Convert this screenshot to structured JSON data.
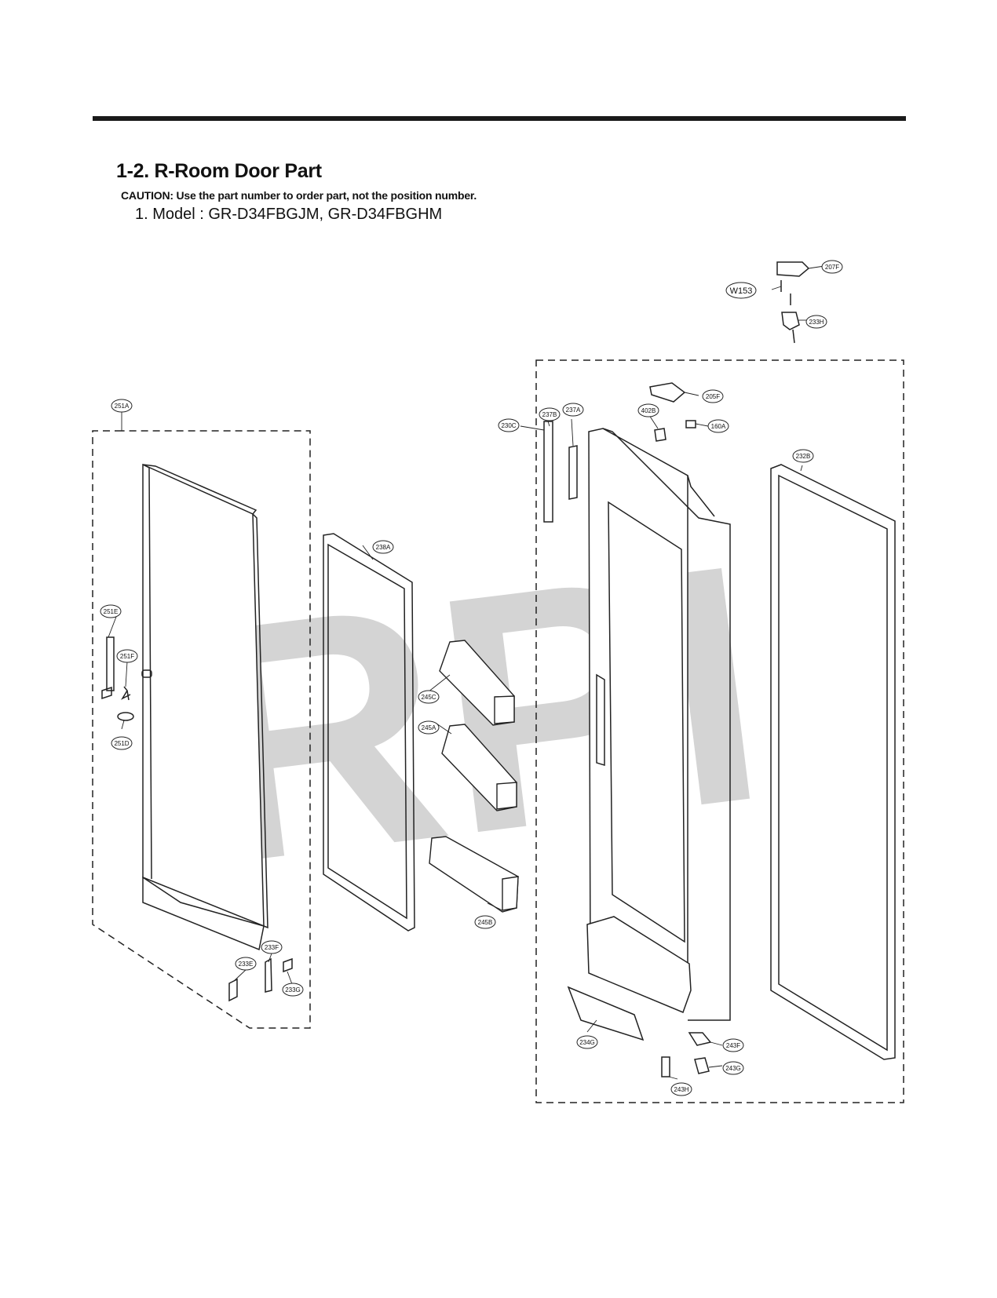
{
  "header": {
    "title": "1-2. R-Room Door Part",
    "caution": "CAUTION: Use the part number to order part, not the position number.",
    "model": "1. Model : GR-D34FBGJM, GR-D34FBGHM"
  },
  "watermark": "RPI",
  "callouts": {
    "c207F": "207F",
    "cW153": "W153",
    "c233H": "233H",
    "c205F": "205F",
    "c402B": "402B",
    "c160A": "160A",
    "c230C": "230C",
    "c237B": "237B",
    "c237A": "237A",
    "c232B": "232B",
    "c251A": "251A",
    "c238A": "238A",
    "c251E": "251E",
    "c251F": "251F",
    "c251D": "251D",
    "c245C": "245C",
    "c245A": "245A",
    "c245B": "245B",
    "c233F": "233F",
    "c233E": "233E",
    "c233G": "233G",
    "c234G": "234G",
    "c243F": "243F",
    "c243G": "243G",
    "c243H": "243H"
  }
}
